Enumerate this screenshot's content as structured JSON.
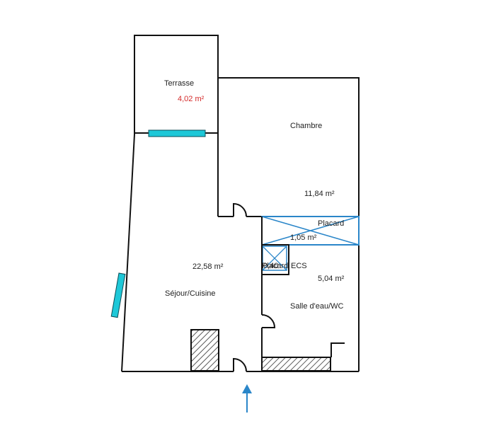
{
  "rooms": {
    "terrasse": {
      "name": "Terrasse",
      "area": "4,02  m²"
    },
    "chambre": {
      "name": "Chambre",
      "area": "11,84  m²"
    },
    "placard": {
      "name": "Placard",
      "area": "1,05  m²"
    },
    "sejour": {
      "name": "Séjour/Cuisine",
      "area": "22,58  m²"
    },
    "sde": {
      "name": "Salle d'eau/WC",
      "area": "5,04  m²"
    },
    "ecs": {
      "label_1": "Placard",
      "label_2": "ECS",
      "area": "0,40"
    }
  },
  "colors": {
    "wall": "#111111",
    "window": "#1ec8d8",
    "closet_outline": "#2a86c9",
    "terrasse_area": "#d42a2a",
    "entrance_arrow": "#2a86c9"
  }
}
